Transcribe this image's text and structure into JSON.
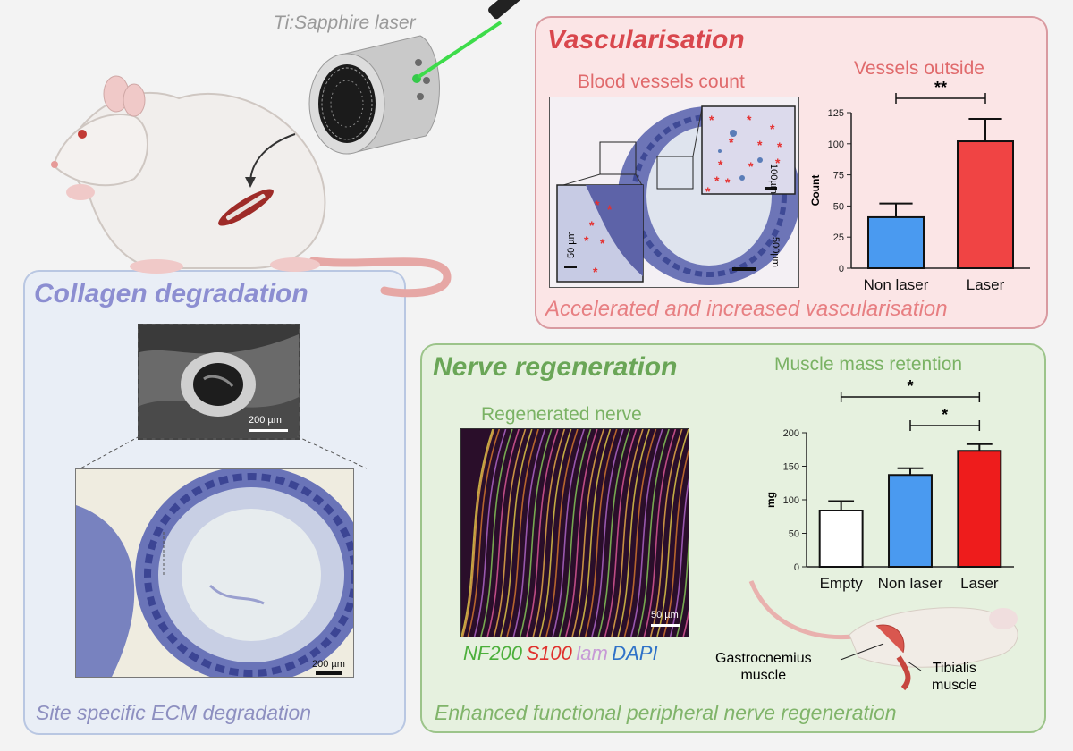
{
  "laser_label": "Ti:Sapphire laser",
  "vascularisation": {
    "title": "Vascularisation",
    "micrograph_title": "Blood vessels count",
    "chart_title": "Vessels outside",
    "scale_100": "100µm",
    "scale_50": "50 µm",
    "scale_500": "500µm",
    "footer": "Accelerated and increased vascularisation"
  },
  "collagen": {
    "title": "Collagen degradation",
    "sem_scale": "200 µm",
    "histo_scale": "200 µm",
    "footer": "Site specific ECM degradation"
  },
  "nerve": {
    "title": "Nerve regeneration",
    "image_title": "Regenerated nerve",
    "image_scale": "50 µm",
    "stains": [
      {
        "label": "NF200",
        "color": "#4caf3b"
      },
      {
        "label": "S100",
        "color": "#e0302c"
      },
      {
        "label": "lam",
        "color": "#c79ad6"
      },
      {
        "label": "DAPI",
        "color": "#2f72c8"
      }
    ],
    "chart_title": "Muscle mass retention",
    "muscle_labels": {
      "gastrocnemius": "Gastrocnemius\nmuscle",
      "tibialis": "Tibialis\nmuscle"
    },
    "footer": "Enhanced functional peripheral nerve regeneration"
  },
  "chart_data": [
    {
      "type": "bar",
      "title": "Vessels outside",
      "ylabel": "Count",
      "categories": [
        "Non laser",
        "Laser"
      ],
      "values": [
        41,
        102
      ],
      "errors": [
        11,
        18
      ],
      "ylim": [
        0,
        125
      ],
      "yticks": [
        0,
        25,
        50,
        75,
        100,
        125
      ],
      "colors": [
        "#4a9af0",
        "#f04444"
      ],
      "significance": [
        {
          "pair": [
            0,
            1
          ],
          "label": "**"
        }
      ]
    },
    {
      "type": "bar",
      "title": "Muscle mass retention",
      "ylabel": "mg",
      "categories": [
        "Empty",
        "Non laser",
        "Laser"
      ],
      "values": [
        84,
        137,
        173
      ],
      "errors": [
        14,
        10,
        10
      ],
      "ylim": [
        0,
        200
      ],
      "yticks": [
        0,
        50,
        100,
        150,
        200
      ],
      "colors": [
        "#ffffff",
        "#4a9af0",
        "#ee1c1c"
      ],
      "significance": [
        {
          "pair": [
            0,
            2
          ],
          "label": "*"
        },
        {
          "pair": [
            1,
            2
          ],
          "label": "*"
        }
      ]
    }
  ]
}
